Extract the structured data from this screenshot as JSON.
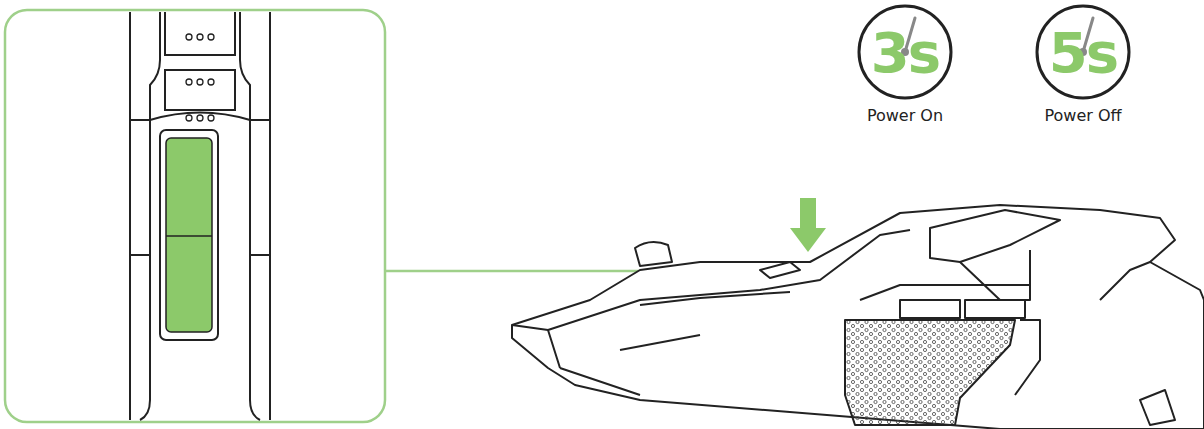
{
  "diagram": {
    "nodes": [
      {
        "text": [
          "3s",
          "Power On"
        ]
      },
      {
        "text": [
          "5s",
          "Power Off"
        ]
      }
    ]
  }
}
